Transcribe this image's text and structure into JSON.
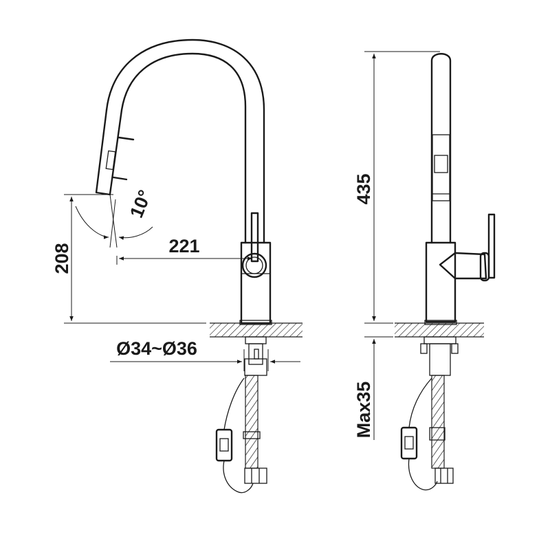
{
  "drawing": {
    "front_view": {
      "dim_height_spout": "208",
      "dim_angle": "10°",
      "dim_reach": "221",
      "dim_hole_diameter": "Ø34~Ø36"
    },
    "side_view": {
      "dim_total_height": "435",
      "dim_max_thickness": "Max35"
    }
  },
  "colors": {
    "line": "#1a1a1a",
    "background": "#ffffff",
    "hatch": "#1a1a1a"
  }
}
